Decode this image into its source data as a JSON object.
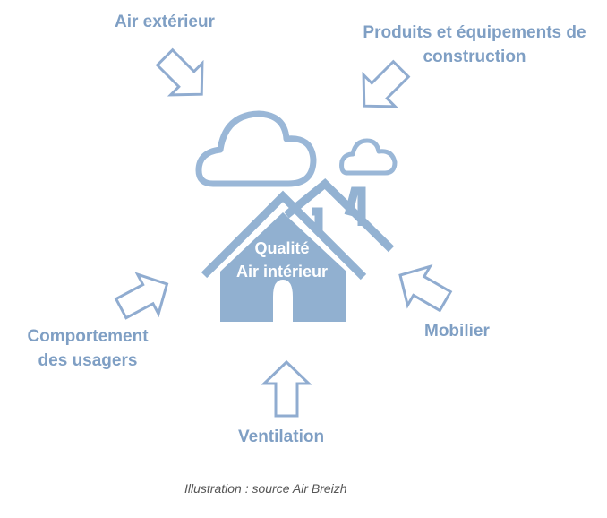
{
  "center": {
    "line1": "Qualité",
    "line2": "Air intérieur"
  },
  "factors": {
    "air_exterieur": "Air extérieur",
    "produits_line1": "Produits et équipements de",
    "produits_line2": "construction",
    "mobilier": "Mobilier",
    "ventilation": "Ventilation",
    "comportement_line1": "Comportement",
    "comportement_line2": "des usagers"
  },
  "caption": "Illustration : source Air Breizh",
  "colors": {
    "accent": "#7f9fc4",
    "house_fill": "#91b0d0",
    "arrow_fill": "#ffffff",
    "arrow_stroke": "#90acd0"
  }
}
